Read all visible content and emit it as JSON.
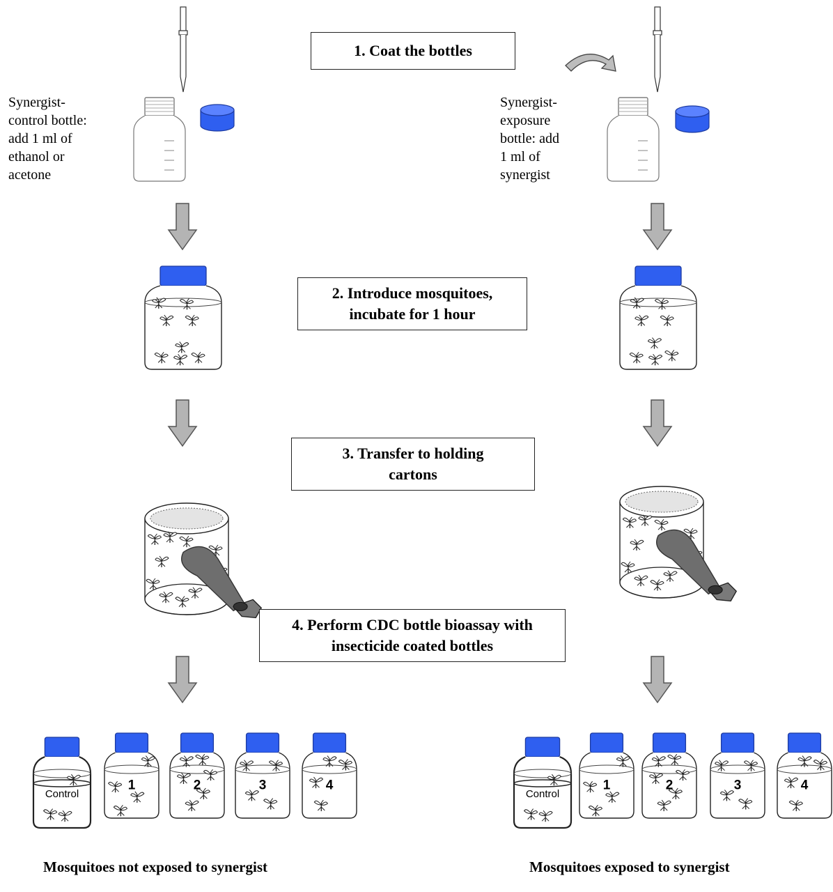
{
  "steps": [
    {
      "id": "coat",
      "text": "1. Coat the bottles"
    },
    {
      "id": "introduce",
      "text": "2. Introduce mosquitoes,\nincubate for 1 hour"
    },
    {
      "id": "transfer",
      "text": "3. Transfer to holding\ncartons"
    },
    {
      "id": "bioassay",
      "text": "4. Perform CDC bottle bioassay with\ninsecticide coated bottles"
    }
  ],
  "labels": {
    "control_bottle": "Synergist-\ncontrol bottle:\nadd 1 ml of\nethanol or\nacetone",
    "exposure_bottle": "Synergist-\nexposure\nbottle: add\n1 ml of\nsynergist"
  },
  "bottle_labels": {
    "left": [
      "Control",
      "1",
      "2",
      "3",
      "4"
    ],
    "right": [
      "Control",
      "1",
      "2",
      "3",
      "4"
    ]
  },
  "captions": {
    "left": "Mosquitoes not exposed to synergist",
    "right": "Mosquitoes exposed to synergist"
  },
  "colors": {
    "cap_blue": "#2f5ff0",
    "arrow_gray": "#b4b4b4",
    "aspirator_gray": "#6e6e6e",
    "outline": "#222222"
  },
  "icons": [
    "pipette-icon",
    "bottle-icon",
    "cap-icon",
    "arrow-down-icon",
    "rotate-arrow-icon",
    "mosquito-icon",
    "carton-icon",
    "aspirator-icon"
  ]
}
